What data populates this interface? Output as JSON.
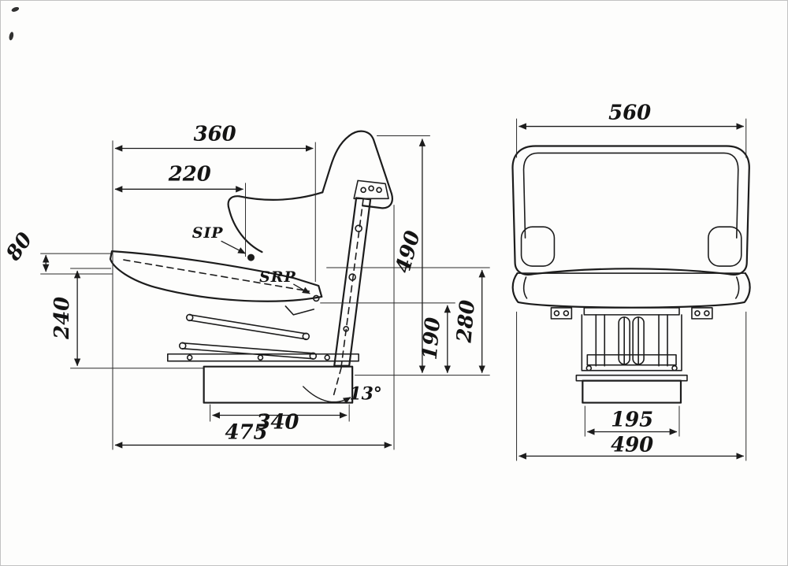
{
  "page": {
    "background": "#fdfdfc",
    "ink": "#1c1c1c"
  },
  "side_view": {
    "dims": {
      "width_top": "360",
      "width_upper": "220",
      "front_height": "80",
      "cushion_height": "240",
      "total_height": "490",
      "srp_height": "190",
      "rear_height": "280",
      "base_width": "340",
      "tilt_angle": "13°",
      "total_depth": "475"
    },
    "points": {
      "sip": "SIP",
      "srp": "SRP"
    }
  },
  "front_view": {
    "dims": {
      "seat_width": "560",
      "base_width": "195",
      "mount_width": "490"
    }
  }
}
